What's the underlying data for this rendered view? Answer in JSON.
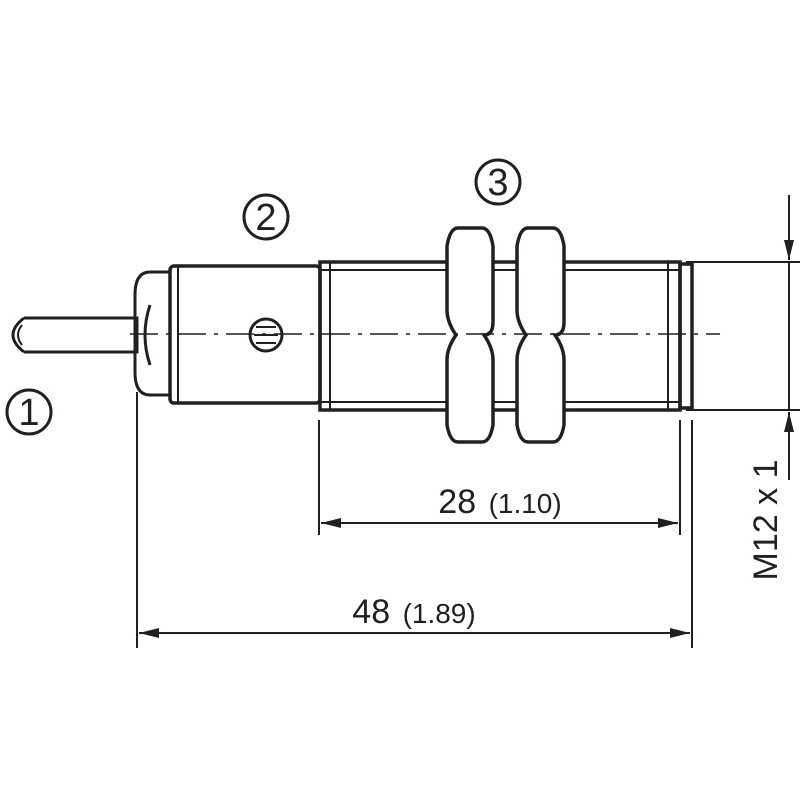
{
  "drawing": {
    "callouts": {
      "c1": "1",
      "c2": "2",
      "c3": "3"
    },
    "dimensions": {
      "length_28": {
        "value": "28",
        "imperial": "(1.10)"
      },
      "length_48": {
        "value": "48",
        "imperial": "(1.89)"
      },
      "thread": "M12 x 1"
    },
    "colors": {
      "line": "#231f20",
      "background": "#ffffff"
    }
  }
}
